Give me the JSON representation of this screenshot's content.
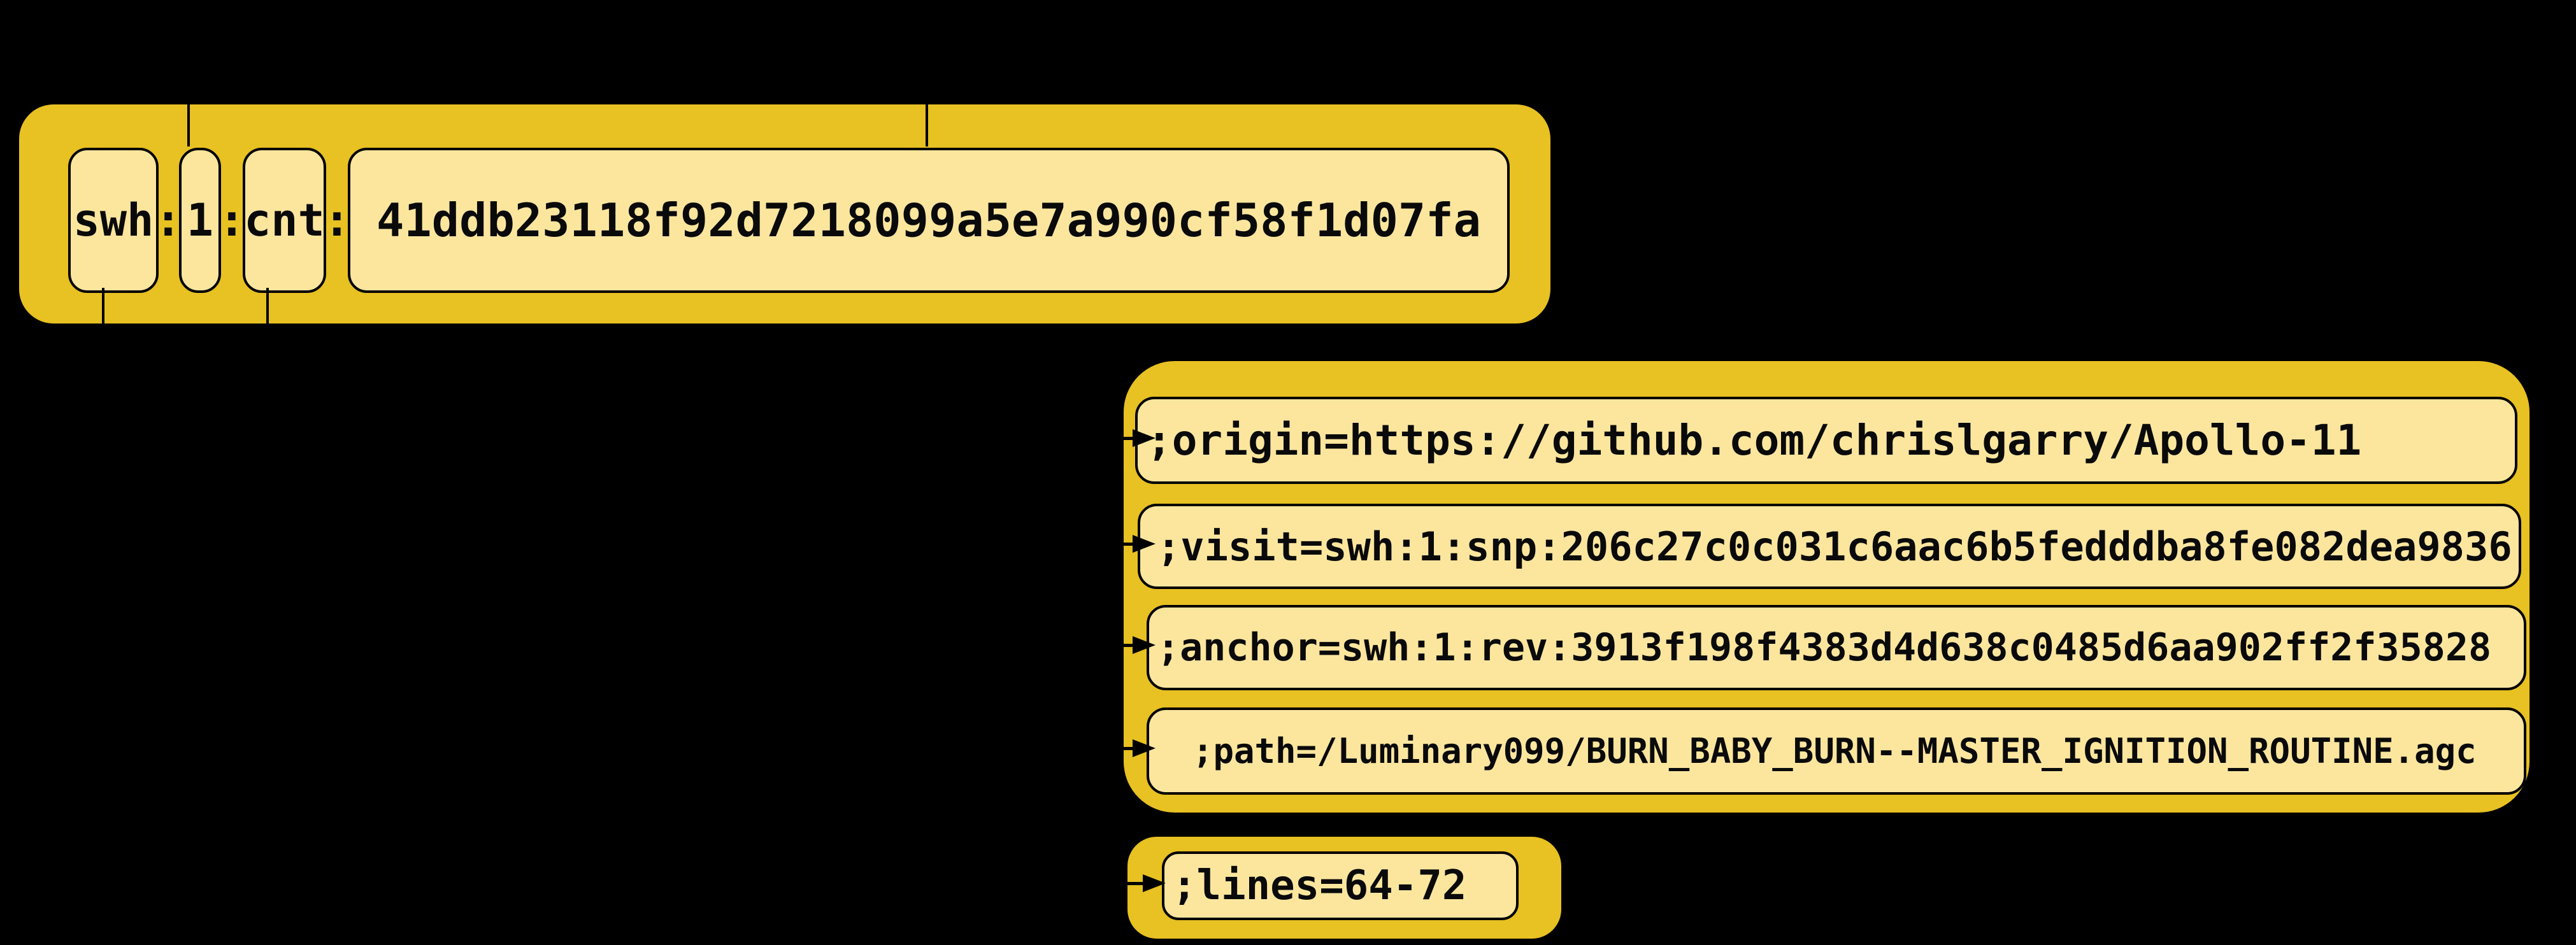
{
  "colors": {
    "background": "#000000",
    "outer_fill": "#e8c122",
    "inner_fill": "#fce69e",
    "stroke": "#000000"
  },
  "swhid_box": {
    "scheme": "swh",
    "separator1": ":",
    "version": "1",
    "separator2": ":",
    "object_type": "cnt",
    "separator3": ":",
    "object_id": "41ddb23118f92d7218099a5e7a990cf58f1d07fa"
  },
  "qualifiers_box": {
    "origin": ";origin=https://github.com/chrislgarry/Apollo-11",
    "visit": ";visit=swh:1:snp:206c27c0c031c6aac6b5fedddba8fe082dea9836",
    "anchor": ";anchor=swh:1:rev:3913f198f4383d4d638c0485d6aa902ff2f35828",
    "path": ";path=/Luminary099/BURN_BABY_BURN--MASTER_IGNITION_ROUTINE.agc"
  },
  "lines_box": {
    "lines": ";lines=64-72"
  }
}
